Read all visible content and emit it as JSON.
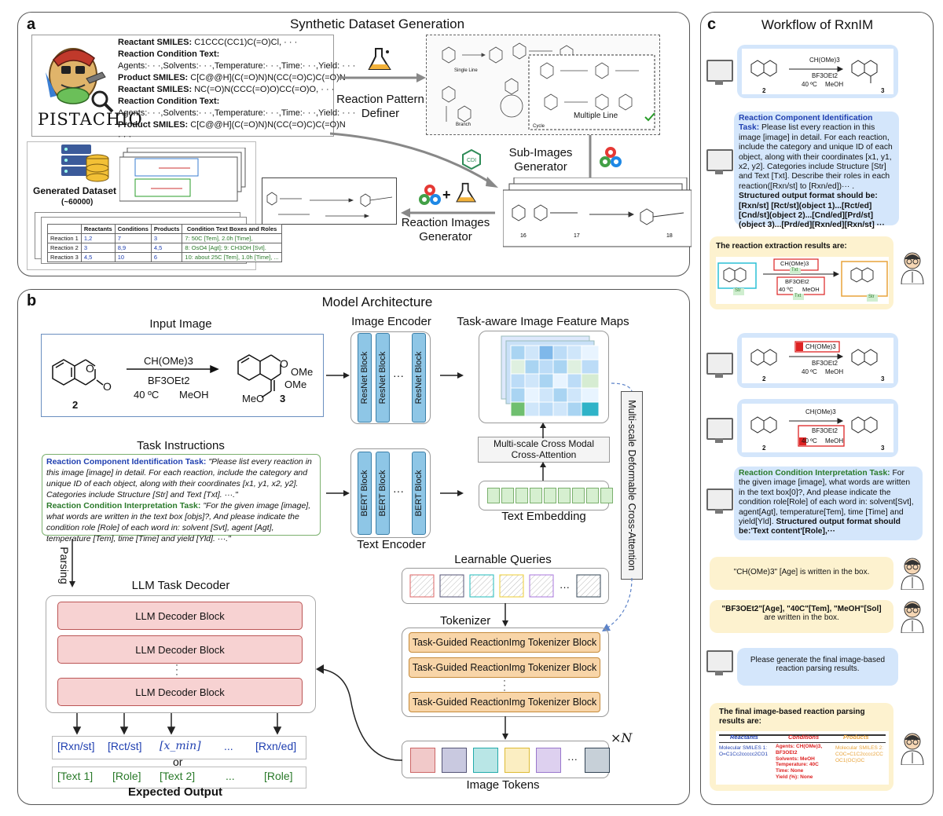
{
  "panel_a": {
    "label": "a",
    "title": "Synthetic Dataset Generation",
    "pistachio_logo": "PISTACHIO",
    "smiles_blocks": [
      {
        "reactant_label": "Reactant SMILES:",
        "reactant": "C1CCC(CC1)C(=O)Cl, · · ·",
        "cond_label": "Reaction Condition Text:",
        "cond": "Agents:· · ·,Solvents:· · ·,Temperature:· · ·,Time:· · ·,Yield: · · ·",
        "product_label": "Product SMILES:",
        "product": "C[C@@H](C(=O)N)N(CC(=O)C)C(=O)N"
      },
      {
        "reactant_label": "Reactant SMILES:",
        "reactant": "NC(=O)N(CCC(=O)O)CC(=O)O, · · ·",
        "cond_label": "Reaction Condition Text:",
        "cond": "Agents:· · ·,Solvents:· · ·,Temperature:· · ·,Time:· · ·,Yield: · · ·",
        "product_label": "Product SMILES:",
        "product": "C[C@@H](C(=O)N)N(CC(=O)C)C(=O)N"
      }
    ],
    "smiles_ellipsis": "· · ·",
    "pattern_definer": "Reaction Pattern Definer",
    "layout_labels": {
      "single": "Single Line",
      "multiple": "Multiple Line",
      "branch": "Branch",
      "cycle": "Cycle"
    },
    "sub_images_generator": "Sub-Images Generator",
    "reaction_images_generator": "Reaction Images Generator",
    "generated_dataset": "Generated Dataset",
    "dataset_count": "(~60000)",
    "table": {
      "headers": [
        "",
        "Reactants",
        "Conditions",
        "Products",
        "Condition Text Boxes and Roles"
      ],
      "rows": [
        [
          "Reaction 1",
          "1,2",
          "7",
          "3",
          "7: 50C [Tem], 2.0h [Time],"
        ],
        [
          "Reaction 2",
          "3",
          "8,9",
          "4,5",
          "8: OsO4 [Agt]; 9: CH3OH [Svt]."
        ],
        [
          "Reaction 3",
          "4,5",
          "10",
          "6",
          "10: about 25C [Tem], 1.0h [Time], ..."
        ]
      ]
    }
  },
  "panel_b": {
    "label": "b",
    "title": "Model Architecture",
    "input_image_title": "Input Image",
    "reagent_top": "CH(OMe)3",
    "reagent_mid": "BF3OEt2",
    "reagent_temp": "40 ºC",
    "reagent_solvent": "MeOH",
    "cmpd_left": "2",
    "cmpd_right": "3",
    "ome1": "OMe",
    "ome2": "OMe",
    "meo": "MeO",
    "image_encoder": "Image Encoder",
    "resnet_block": "ResNet Block",
    "feature_maps": "Task-aware Image Feature Maps",
    "cross_attention": "Multi-scale Cross Modal Cross-Attention",
    "text_embedding": "Text Embedding",
    "deformable": "Multi-scale Deformable Cross-Attention",
    "task_instructions": "Task Instructions",
    "rci_task": "Reaction Component Identification Task:",
    "rci_text": "\"Please list every reaction in this image [image] in detail. For each reaction, include the category and unique ID of each object, along with their coordinates [x1, y1, x2, y2]. Categories include Structure [Str] and Text [Txt]. ···.\"",
    "rcit_task": "Reaction Condition Interpretation Task:",
    "rcit_text": "\"For the given image [image], what words are written in the text box [objs]?, And please indicate the condition role [Role] of each word in: solvent [Svt], agent [Agt], temperature [Tem], time [Time] and yield [Yld]. ···.\"",
    "bert_block": "BERT Block",
    "text_encoder": "Text Encoder",
    "parsing": "Parsing",
    "llm_decoder_title": "LLM Task Decoder",
    "llm_block": "LLM Decoder Block",
    "learnable_queries": "Learnable Queries",
    "tokenizer": "Tokenizer",
    "tok_block": "Task-Guided ReactionImg Tokenizer Block",
    "image_tokens": "Image Tokens",
    "times_n": "×N",
    "ellipsis": "···",
    "out_row1": [
      "[Rxn/st]",
      "[Rct/st]",
      "[x_min]",
      "...",
      "[Rxn/ed]"
    ],
    "out_or": "or",
    "out_row2": [
      "[Text 1]",
      "[Role]",
      "[Text 2]",
      "...",
      "[Role]"
    ],
    "expected_output": "Expected Output"
  },
  "panel_c": {
    "label": "c",
    "title": "Workflow of RxnIM",
    "reagent_top": "CH(OMe)3",
    "reagent_mid": "BF3OEt2",
    "reagent_temp": "40 ºC",
    "reagent_solvent": "MeOH",
    "cmpd_left": "2",
    "cmpd_right": "3",
    "rci_heading": "Reaction Component Identification",
    "rci_task_label": "Task:",
    "rci_body": "Please list every reaction in this image [image] in detail. For each reaction, include the category and unique ID of each object, along with their coordinates [x1, y1, x2, y2]. Categories include Structure [Str] and Text [Txt]. Describe their roles in each reaction([Rxn/st] to [Rxn/ed])··· .",
    "rci_format": "Structured output format should be:[Rxn/st] [Rct/st](object 1)...[Rct/ed][Cnd/st](object 2)...[Cnd/ed][Prd/st](object 3)...[Prd/ed][Rxn/ed][Rxn/st] ···",
    "extraction_title": "The reaction extraction results are:",
    "str_tag": "Str",
    "txt_tag": "Txt",
    "rcit_heading": "Reaction Condition Interpretation Task:",
    "rcit_body": "For the given image [image], what words are written in the text box[0]?, And please indicate the condition role[Role] of each word in: solvent[Svt], agent[Agt], temperature[Tem], time [Time] and yield[Yld].",
    "rcit_format": "Structured output format should be:'Text content'[Role],···",
    "answer1": "\"CH(OMe)3\" [Age] is written in the box.",
    "answer2_bold": "\"BF3OEt2\"[Age], \"40C\"[Tem], \"MeOH\"[Sol]",
    "answer2_rest": "are written in the box.",
    "final_prompt": "Please generate the final image-based reaction parsing results.",
    "final_title": "The final image-based reaction parsing results are:",
    "final_headers": [
      "Reactants",
      "Conditions",
      "Products"
    ],
    "final_reactant": "Molecular SMILES 1: O=C1Cc2ccccc2CO1",
    "final_conditions": [
      "Agents: CH(OMe)3, BF3OEt2",
      "Solvents: MeOH",
      "Temperature: 40C",
      "Time: None",
      "Yield (%): None"
    ],
    "final_product": "Molecular SMILES 2: COC=C1C2cccc2CC OC1(OC)OC"
  }
}
